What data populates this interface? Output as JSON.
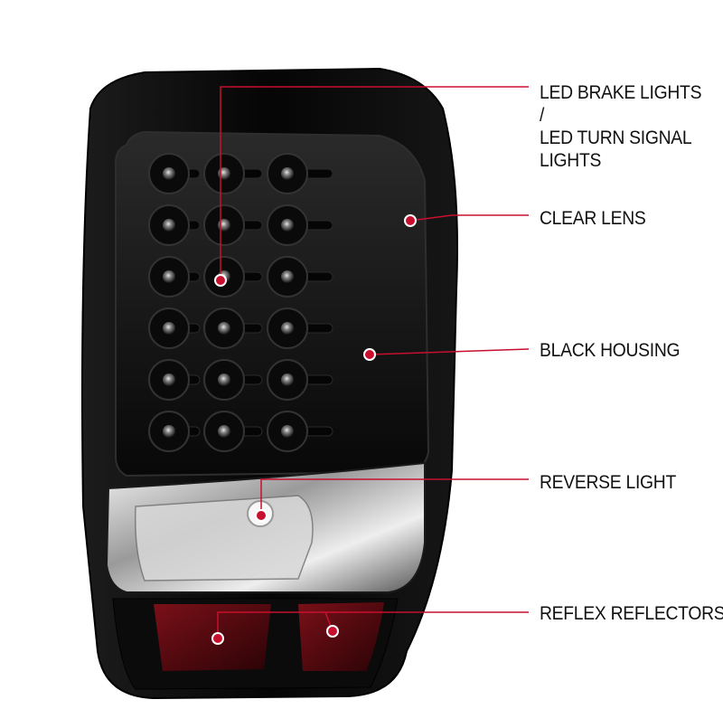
{
  "colors": {
    "leader_line": "#c8102e",
    "marker_fill": "#c8102e",
    "marker_ring": "#ffffff",
    "housing": "#0b0b0b",
    "reflector": "#5a0a10"
  },
  "callouts": [
    {
      "label": "LED BRAKE LIGHTS /\nLED TURN SIGNAL\nLIGHTS",
      "icon": "red-dot-marker"
    },
    {
      "label": "CLEAR LENS",
      "icon": "red-dot-marker"
    },
    {
      "label": "BLACK HOUSING",
      "icon": "red-dot-marker"
    },
    {
      "label": "REVERSE LIGHT",
      "icon": "red-dot-marker"
    },
    {
      "label": "REFLEX REFLECTORS",
      "icon": "red-dot-marker"
    }
  ]
}
